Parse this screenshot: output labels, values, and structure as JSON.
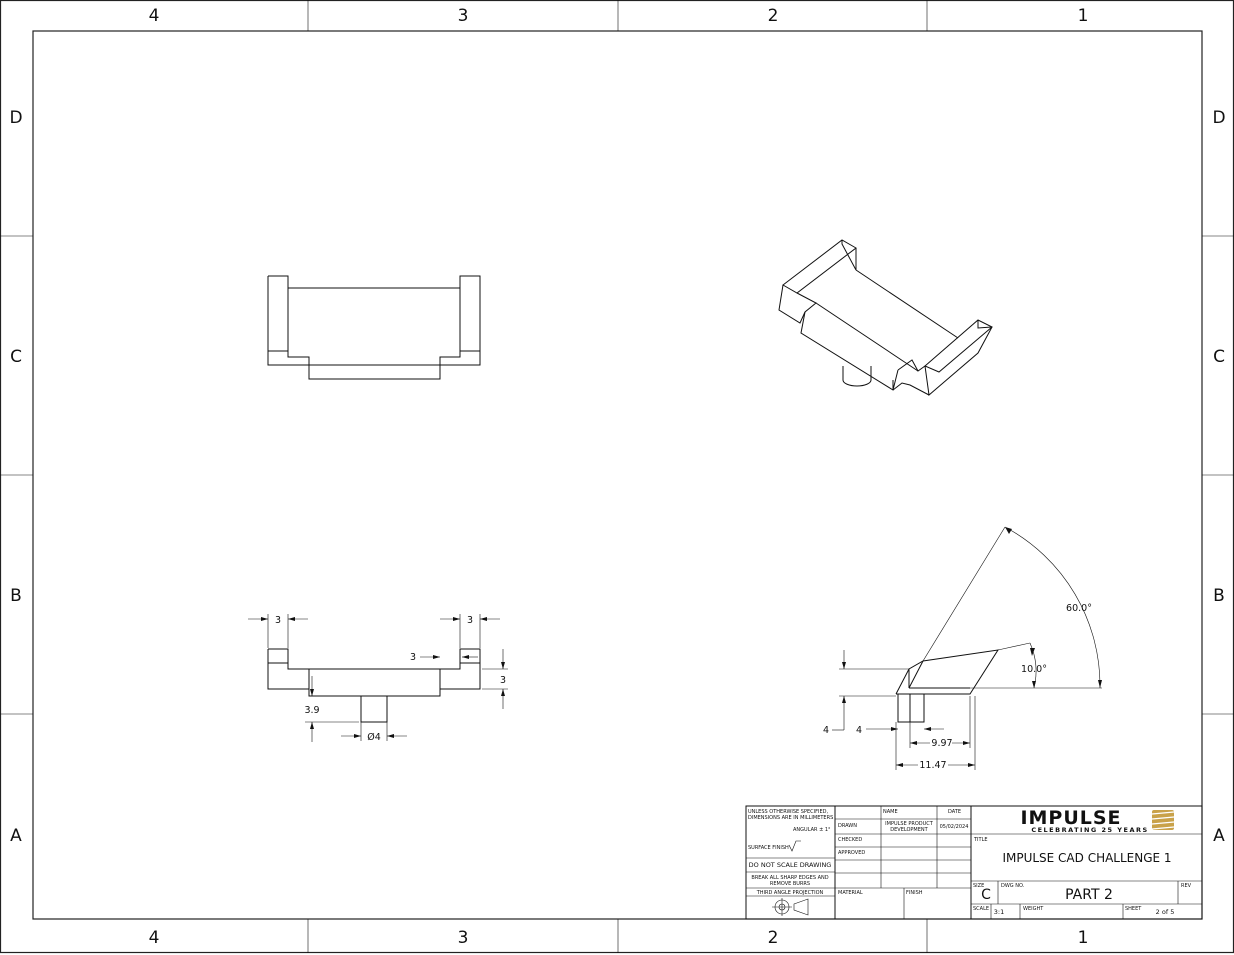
{
  "zones": {
    "columns": [
      "4",
      "3",
      "2",
      "1"
    ],
    "rows": [
      "D",
      "C",
      "B",
      "A"
    ]
  },
  "views": {
    "front_view": {},
    "isometric_view": {},
    "bottom_dims": {
      "d_3_left": "3",
      "d_3_right": "3",
      "d_3_inner": "3",
      "d_3_height": "3",
      "d_3_9": "3.9",
      "d_dia4": "Ø4"
    },
    "side_dims": {
      "angle_60": "60.0°",
      "angle_10": "10.0°",
      "d_4_a": "4",
      "d_4_b": "4",
      "d_9_97": "9.97",
      "d_11_47": "11.47"
    }
  },
  "title_block": {
    "tolerance_note_1": "UNLESS OTHERWISE SPECIFIED,",
    "tolerance_note_2": "DIMENSIONS ARE IN MILLIMETERS",
    "angular": "ANGULAR ± 1°",
    "surface_finish": "SURFACE FINISH",
    "do_not_scale": "DO NOT SCALE DRAWING",
    "break_edges_1": "BREAK ALL SHARP EDGES AND",
    "break_edges_2": "REMOVE BURRS",
    "projection": "THIRD ANGLE PROJECTION",
    "col_name": "NAME",
    "col_date": "DATE",
    "row_drawn": "DRAWN",
    "row_checked": "CHECKED",
    "row_approved": "APPROVED",
    "drawn_name_1": "IMPULSE PRODUCT",
    "drawn_name_2": "DEVELOPMENT",
    "drawn_date": "05/02/2024",
    "material_label": "MATERIAL",
    "finish_label": "FINISH",
    "logo_text": "IMPULSE",
    "logo_tagline": "CELEBRATING 25 YEARS",
    "title_label": "TITLE",
    "title": "IMPULSE CAD CHALLENGE 1",
    "size_label": "SIZE",
    "size": "C",
    "dwg_no_label": "DWG NO.",
    "dwg_no": "PART 2",
    "rev_label": "REV",
    "scale_label": "SCALE",
    "scale": "3:1",
    "weight_label": "WEIGHT",
    "sheet_label": "SHEET",
    "sheet": "2 of 5"
  },
  "colors": {
    "line": "#111111",
    "logo_gold": "#c9a24a"
  }
}
